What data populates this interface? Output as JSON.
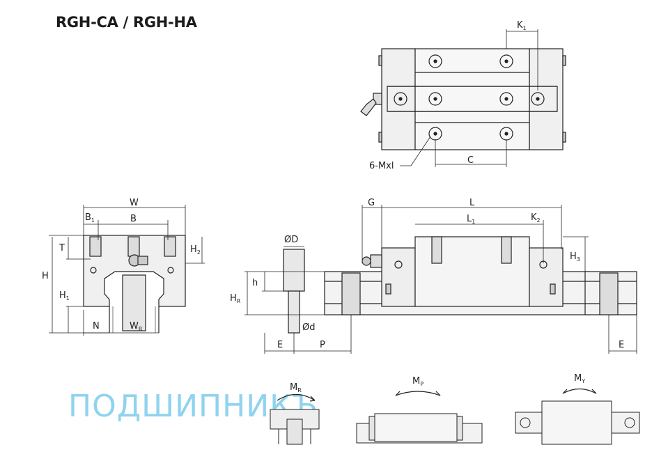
{
  "title": "RGH-CA / RGH-HA",
  "labels": {
    "K1": "K",
    "K1_sub": "1",
    "C": "C",
    "holes": "6-Mxl",
    "W": "W",
    "B1": "B",
    "B1_sub": "1",
    "B": "B",
    "T": "T",
    "H2": "H",
    "H2_sub": "2",
    "H": "H",
    "H1": "H",
    "H1_sub": "1",
    "N": "N",
    "WR": "W",
    "WR_sub": "R",
    "D": "ØD",
    "h": "h",
    "HR": "H",
    "HR_sub": "R",
    "d": "Ød",
    "E": "E",
    "P": "P",
    "G": "G",
    "L": "L",
    "L1": "L",
    "L1_sub": "1",
    "K2": "K",
    "K2_sub": "2",
    "H3": "H",
    "H3_sub": "3",
    "E2": "E",
    "MR": "M",
    "MR_sub": "R",
    "MP": "M",
    "MP_sub": "P",
    "MY": "M",
    "MY_sub": "Y"
  },
  "watermark": "ПОДШИПНИКЪ",
  "colors": {
    "line": "#222222",
    "fill": "#ececec",
    "watermark": "#8fd3ee"
  }
}
